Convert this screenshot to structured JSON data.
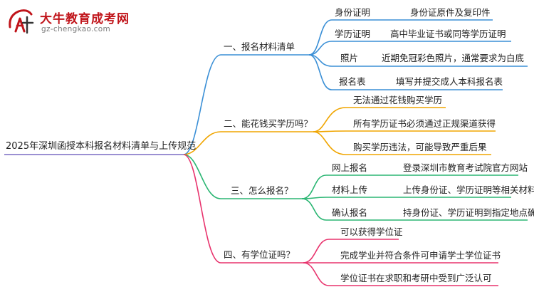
{
  "logo": {
    "title": "大牛教育成考网",
    "url": "gz-chengkao.com"
  },
  "mindmap": {
    "root": "2025年深圳函授本科报名材料清单与上传规范",
    "branches": [
      {
        "label": "一、报名材料清单",
        "color": "#3a8fd6",
        "children": [
          {
            "label": "身份证明",
            "detail": "身份证原件及复印件"
          },
          {
            "label": "学历证明",
            "detail": "高中毕业证书或同等学历证明"
          },
          {
            "label": "照片",
            "detail": "近期免冠彩色照片，通常要求为白底"
          },
          {
            "label": "报名表",
            "detail": "填写并提交成人本科报名表"
          }
        ]
      },
      {
        "label": "二、能花钱买学历吗？",
        "color": "#f0a500",
        "children": [
          {
            "label": "无法通过花钱购买学历"
          },
          {
            "label": "所有学历证书必须通过正规渠道获得"
          },
          {
            "label": "购买学历违法，可能导致严重后果"
          }
        ]
      },
      {
        "label": "三、怎么报名？",
        "color": "#2bb673",
        "children": [
          {
            "label": "网上报名",
            "detail": "登录深圳市教育考试院官方网站"
          },
          {
            "label": "材料上传",
            "detail": "上传身份证、学历证明等相关材料"
          },
          {
            "label": "确认报名",
            "detail": "持身份证、学历证明到指定地点确认"
          }
        ]
      },
      {
        "label": "四、有学位证吗？",
        "color": "#e8336d",
        "children": [
          {
            "label": "可以获得学位证"
          },
          {
            "label": "完成学业并符合条件可申请学士学位证书"
          },
          {
            "label": "学位证书在求职和考研中受到广泛认可"
          }
        ]
      }
    ]
  }
}
